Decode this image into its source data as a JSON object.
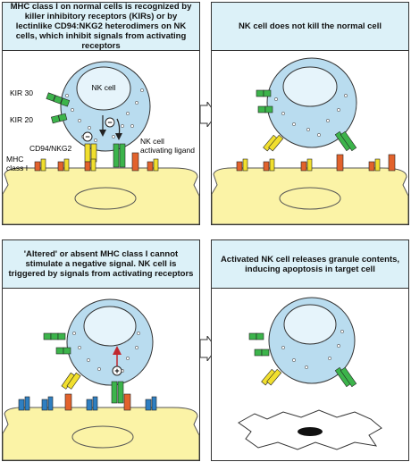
{
  "panels": [
    {
      "caption": "MHC class I on normal cells is recognized by killer inhibitory receptors (KIRs) or by lectinlike CD94:NKG2 heterodimers on NK cells, which inhibit signals from activating receptors",
      "labels": {
        "nk_cell": "NK cell",
        "kir30": "KIR 30",
        "kir20": "KIR 20",
        "cd94": "CD94/NKG2",
        "mhc_line1": "MHC",
        "mhc_line2": "class I",
        "activating_line1": "NK cell",
        "activating_line2": "activating ligand"
      }
    },
    {
      "caption": "NK cell does not kill the normal cell"
    },
    {
      "caption": "'Altered' or absent MHC class I cannot stimulate a negative signal.  NK cell is triggered by signals from activating receptors"
    },
    {
      "caption": "Activated NK cell releases granule contents, inducing apoptosis in target cell"
    }
  ],
  "signs": {
    "minus": "−",
    "plus": "+"
  },
  "colors": {
    "nk_cell": "#b9dcef",
    "nucleus": "#e6f4fb",
    "target_cell": "#fbf3a6",
    "kir_green": "#3cb44b",
    "cd94_yellow": "#f1df2e",
    "mhc_orange": "#e2622c",
    "altered_mhc_blue": "#2f7fc1",
    "caption_bg": "#dcf1f8"
  }
}
